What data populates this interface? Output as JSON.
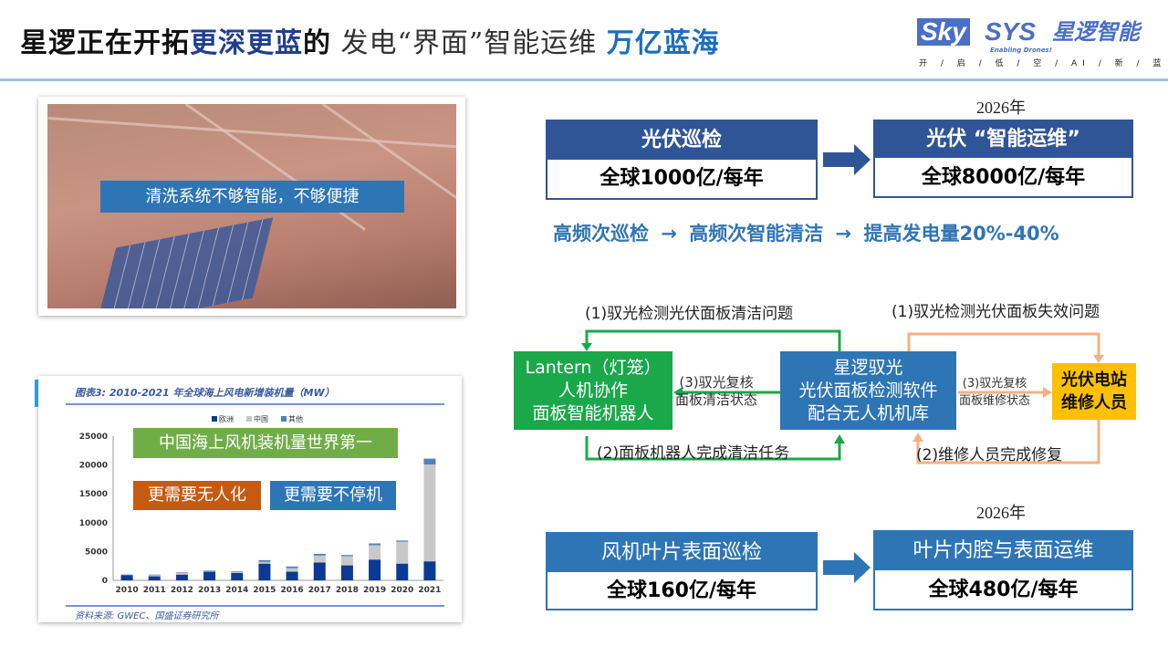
{
  "title": {
    "part1": "星逻正在开拓",
    "part2": "更深更蓝",
    "part3": "的",
    "part4": " 发电“界面”智能运维 ",
    "part5": "万亿蓝海"
  },
  "logo": {
    "sky": "Sky",
    "sys": "SYS",
    "cn": "星逻智能",
    "tagline": "Enabling Drones!",
    "slogan": "开 / 启 / 低 / 空 / AI / 新 / 蓝 / 海"
  },
  "photo": {
    "caption": "清洗系统不够智能，不够便捷"
  },
  "solar": {
    "current": {
      "title": "光伏巡检",
      "value": "全球1000亿/每年"
    },
    "year": "2026年",
    "future": {
      "title": "光伏 “智能运维”",
      "value": "全球8000亿/每年"
    },
    "chain": [
      "高频次巡检",
      "→",
      "高频次智能清洁",
      "→",
      "提高发电量20%-40%"
    ]
  },
  "flow": {
    "robot": {
      "line1": "Lantern（灯笼）",
      "line2": "人机协作",
      "line3": "面板智能机器人"
    },
    "software": {
      "line1": "星逻驭光",
      "line2": "光伏面板检测软件",
      "line3": "配合无人机机库"
    },
    "staff": {
      "line1": "光伏电站",
      "line2": "维修人员"
    },
    "left_top": "(1)驭光检测光伏面板清洁问题",
    "left_mid1": "(3)驭光复核",
    "left_mid2": "面板清洁状态",
    "left_bottom": "(2)面板机器人完成清洁任务",
    "right_top": "(1)驭光检测光伏面板失效问题",
    "right_mid1": "(3)驭光复核",
    "right_mid2": "面板维修状态",
    "right_bottom": "(2)维修人员完成修复"
  },
  "wind": {
    "year": "2026年",
    "current": {
      "title": "风机叶片表面巡检",
      "value": "全球160亿/每年"
    },
    "future": {
      "title": "叶片内腔与表面运维",
      "value": "全球480亿/每年"
    }
  },
  "chart_overlays": {
    "green": "中国海上风机装机量世界第一",
    "orange": "更需要无人化",
    "blue": "更需要不停机"
  },
  "colors": {
    "navy": "#2f5597",
    "blue": "#2e75b6",
    "green": "#1aa84a",
    "orange": "#c55a11",
    "yellow": "#ffc000",
    "overlay_green": "#70ad47"
  },
  "chart_data": {
    "type": "bar",
    "stacked": true,
    "title": "图表3: 2010-2021 年全球海上风电新增装机量（MW）",
    "source": "资料来源: GWEC、国盛证券研究所",
    "categories": [
      "2010",
      "2011",
      "2012",
      "2013",
      "2014",
      "2015",
      "2016",
      "2017",
      "2018",
      "2019",
      "2020",
      "2021"
    ],
    "series": [
      {
        "name": "欧洲",
        "color": "#0b3a94",
        "values": [
          900,
          700,
          1000,
          1500,
          1300,
          2900,
          1500,
          3100,
          2600,
          3600,
          2900,
          3300
        ]
      },
      {
        "name": "中国",
        "color": "#c8c8c8",
        "values": [
          0,
          200,
          300,
          100,
          200,
          300,
          600,
          1200,
          1600,
          2500,
          3800,
          16800
        ]
      },
      {
        "name": "其他",
        "color": "#4f81bd",
        "values": [
          100,
          100,
          100,
          100,
          100,
          300,
          300,
          300,
          200,
          300,
          200,
          1000
        ]
      }
    ],
    "yticks": [
      "0",
      "5000",
      "10000",
      "15000",
      "20000",
      "25000"
    ],
    "ylim": [
      0,
      25000
    ],
    "legend": "top-center"
  }
}
